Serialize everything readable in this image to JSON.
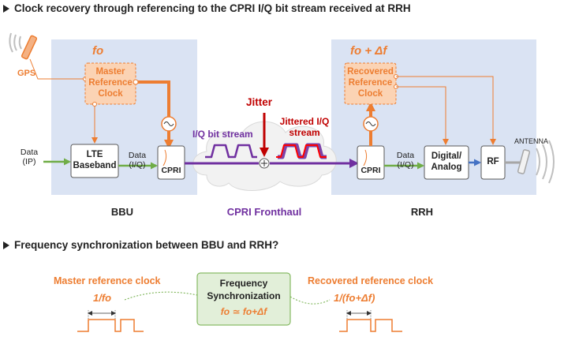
{
  "section1": {
    "title": "Clock recovery through referencing to the CPRI I/Q bit stream received at RRH"
  },
  "section2": {
    "title": "Frequency synchronization between BBU and RRH?"
  },
  "bbu": {
    "label": "BBU",
    "freq_symbol": "fo",
    "master_clock": [
      "Master",
      "Reference",
      "Clock"
    ],
    "lte": [
      "LTE",
      "Baseband"
    ],
    "cpri": "CPRI",
    "data_in": [
      "Data",
      "(IP)"
    ],
    "data_mid": [
      "Data",
      "(I/Q)"
    ]
  },
  "rrh": {
    "label": "RRH",
    "freq_symbol": "fo + Δf",
    "recovered_clock": [
      "Recovered",
      "Reference",
      "Clock"
    ],
    "cpri": "CPRI",
    "data_mid": [
      "Data",
      "(I/Q)"
    ],
    "dac": [
      "Digital/",
      "Analog"
    ],
    "rf": "RF",
    "antenna": "ANTENNA"
  },
  "gps": "GPS",
  "fronthaul": {
    "label": "CPRI Fronthaul",
    "iq_stream": "I/Q bit stream",
    "jitter": "Jitter",
    "jittered": [
      "Jittered I/Q",
      "stream"
    ]
  },
  "bottom": {
    "master_label": "Master reference clock",
    "recovered_label": "Recovered reference clock",
    "master_period": "1/fo",
    "recovered_period": "1/(fo+Δf)",
    "sync_box": [
      "Frequency",
      "Synchronization"
    ],
    "sync_eq": "fo ≃ fo+Δf"
  },
  "colors": {
    "panel": "#dae3f3",
    "orange": "#ed7d31",
    "orange_fill": "#fbd3b4",
    "purple": "#7030a0",
    "red": "#c00000",
    "green": "#70ad47",
    "sync_fill": "#e2efd9",
    "blue_arrow": "#4472c4"
  }
}
